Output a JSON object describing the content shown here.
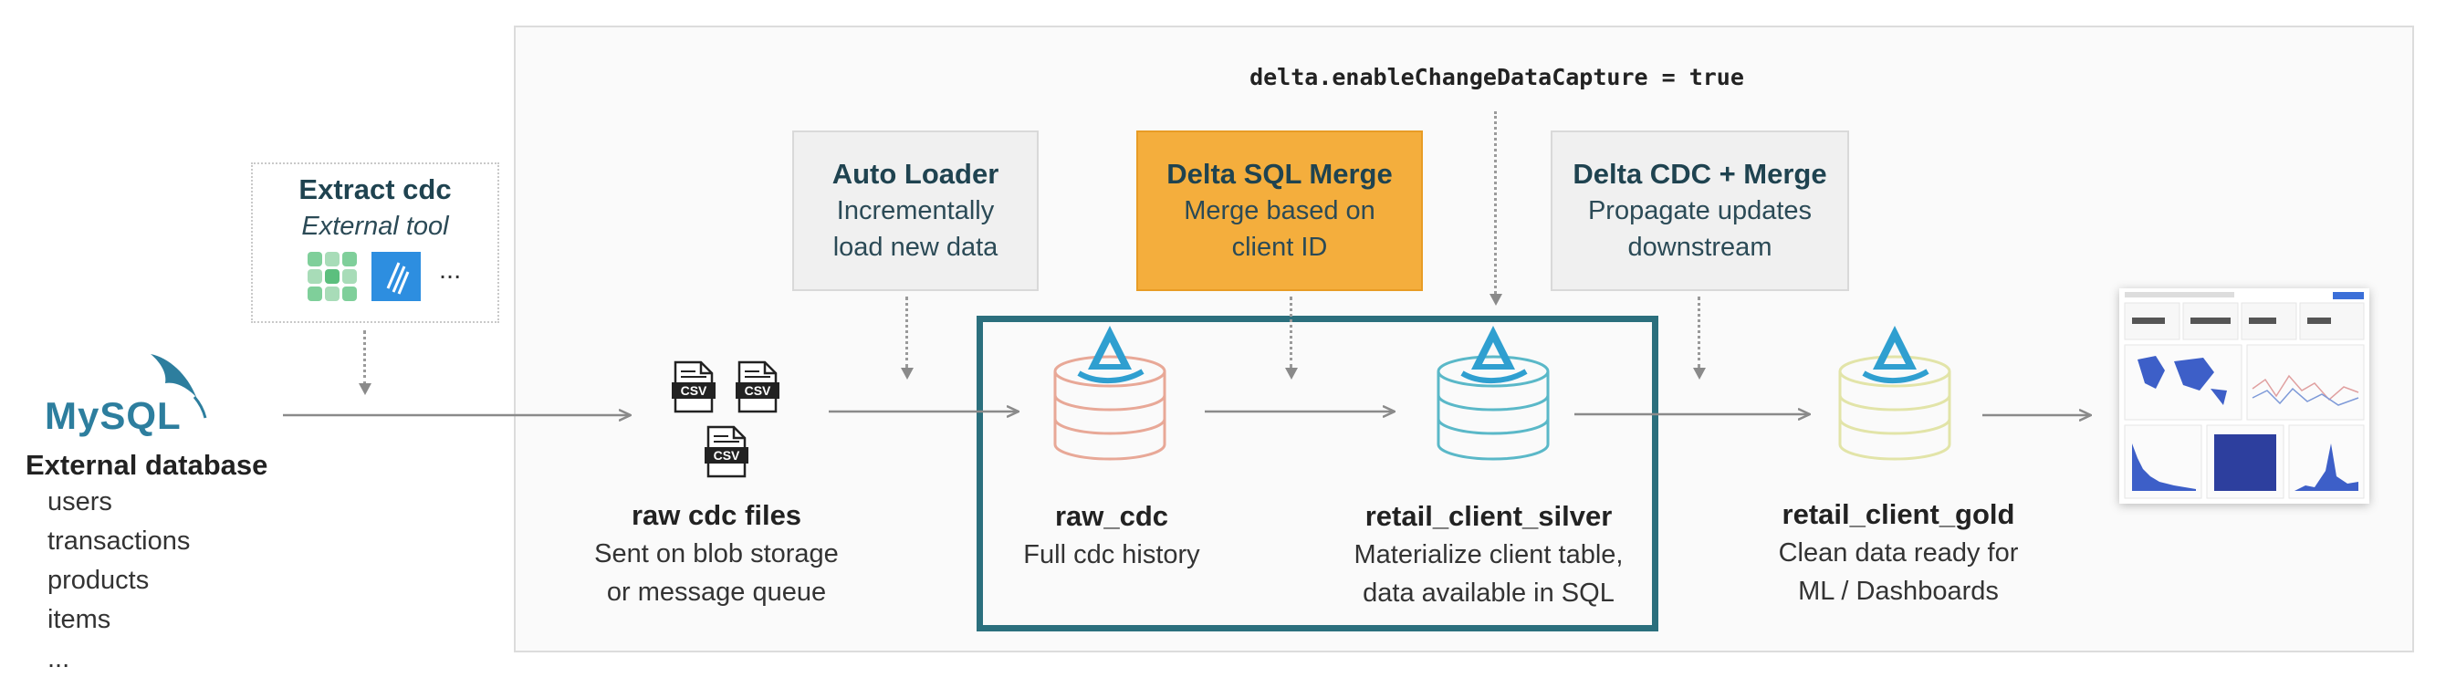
{
  "top_code": "delta.enableChangeDataCapture = true",
  "external_db": {
    "title": "External database",
    "items": [
      "users",
      "transactions",
      "products",
      "items",
      "..."
    ]
  },
  "extract": {
    "title": "Extract cdc",
    "subtitle": "External tool",
    "more": "..."
  },
  "processes": [
    {
      "title": "Auto Loader",
      "desc1": "Incrementally",
      "desc2": "load new data"
    },
    {
      "title": "Delta SQL Merge",
      "desc1": "Merge based on",
      "desc2": "client ID"
    },
    {
      "title": "Delta CDC + Merge",
      "desc1": "Propagate updates",
      "desc2": "downstream"
    }
  ],
  "stages": [
    {
      "title": "raw cdc files",
      "desc1": "Sent on blob storage",
      "desc2": "or message queue"
    },
    {
      "title": "raw_cdc",
      "desc1": "Full cdc history",
      "desc2": ""
    },
    {
      "title": "retail_client_silver",
      "desc1": "Materialize client table,",
      "desc2": "data available in SQL"
    },
    {
      "title": "retail_client_gold",
      "desc1": "Clean data ready for",
      "desc2": "ML / Dashboards"
    }
  ],
  "csv_label": "CSV",
  "mysql_logo": "MySQL",
  "colors": {
    "teal_border": "#2b6f7d",
    "orange": "#f4ae3d",
    "bronze": "#e8a897",
    "silver": "#5ab8c8",
    "gold": "#e2e4a8",
    "delta_blue": "#2f9fd0"
  }
}
